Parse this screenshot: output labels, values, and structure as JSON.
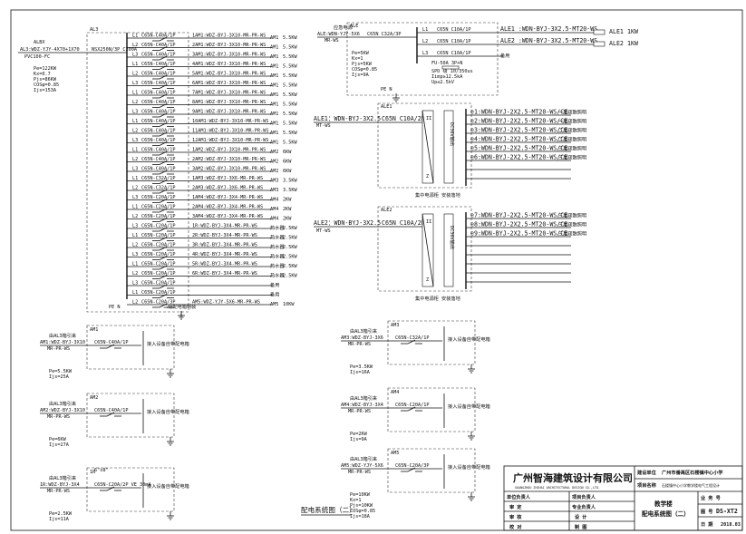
{
  "sheet_title": "配电系统图（二）",
  "title_block": {
    "company_cn": "广州智海建筑设计有限公司",
    "company_en": "GUANGZHOU ZHIHAI ARCHITECTURAL DESIGN CO.,LTD.",
    "project_label": "建设单位",
    "project_value": "广州市番禺区石楼镇中心小学",
    "project_name_label": "项目名称",
    "project_name_value": "石楼镇中心小学教学楼电气工程设计",
    "drawing_name": "教学楼",
    "drawing_subname": "配电系统图（二）",
    "roles": [
      "单位负责人",
      "审 定",
      "审 核",
      "校 对"
    ],
    "roles2": [
      "项目负责人",
      "专业负责人",
      "设 计",
      "制 图"
    ],
    "right_labels": [
      "业 务 号",
      "图 号",
      "日 期"
    ],
    "sheet_no": "DS-XT2",
    "date": "2018.03"
  },
  "al3": {
    "name": "AL3",
    "feeder": "ALBX",
    "cable": "AL3:WDZ-YJY-4X70+1X70",
    "conduit": "PVC100-FC",
    "main_breaker": "NSX250N/3P C200A",
    "params": [
      "Pe=122KW",
      "Kx=0.7",
      "Pjs=86KW",
      "COSφ=0.85",
      "Ijs=153A"
    ],
    "circuits": [
      {
        "l": "L1",
        "br": "C65N-C40A/1P",
        "cable": "1AM1:WDZ-BYJ-3X10-MR-PR-WS",
        "dest": "AM1",
        "kw": "5.5KW"
      },
      {
        "l": "L2",
        "br": "C65N-C40A/1P",
        "cable": "2AM1:WDZ-BYJ-3X10-MR-PR-WS",
        "dest": "AM1",
        "kw": "5.5KW"
      },
      {
        "l": "L3",
        "br": "C65N-C40A/1P",
        "cable": "3AM1:WDZ-BYJ-3X10-MR-PR-WS",
        "dest": "AM1",
        "kw": "5.5KW"
      },
      {
        "l": "L1",
        "br": "C65N-C40A/1P",
        "cable": "4AM1:WDZ-BYJ-3X10-MR-PR-WS",
        "dest": "AM1",
        "kw": "5.5KW"
      },
      {
        "l": "L2",
        "br": "C65N-C40A/1P",
        "cable": "5AM1:WDZ-BYJ-3X10-MR-PR-WS",
        "dest": "AM1",
        "kw": "5.5KW"
      },
      {
        "l": "L3",
        "br": "C65N-C40A/1P",
        "cable": "6AM1:WDZ-BYJ-3X10-MR-PR-WS",
        "dest": "AM1",
        "kw": "5.5KW"
      },
      {
        "l": "L1",
        "br": "C65N-C40A/1P",
        "cable": "7AM1:WDZ-BYJ-3X10-MR-PR-WS",
        "dest": "AM1",
        "kw": "5.5KW"
      },
      {
        "l": "L2",
        "br": "C65N-C40A/1P",
        "cable": "8AM1:WDZ-BYJ-3X10-MR-PR-WS",
        "dest": "AM1",
        "kw": "5.5KW"
      },
      {
        "l": "L3",
        "br": "C65N-C40A/1P",
        "cable": "9AM1:WDZ-BYJ-3X10-MR-PR-WS",
        "dest": "AM1",
        "kw": "5.5KW"
      },
      {
        "l": "L1",
        "br": "C65N-C40A/1P",
        "cable": "10AM1:WDZ-BYJ-3X10-MR-PR-WS",
        "dest": "AM1",
        "kw": "5.5KW"
      },
      {
        "l": "L2",
        "br": "C65N-C40A/1P",
        "cable": "11AM1:WDZ-BYJ-3X10-MR-PR-WS",
        "dest": "AM1",
        "kw": "5.5KW"
      },
      {
        "l": "L3",
        "br": "C65N-C40A/1P",
        "cable": "12AM1:WDZ-BYJ-3X10-MR-PR-WS",
        "dest": "AM1",
        "kw": "5.5KW"
      },
      {
        "l": "L1",
        "br": "C65N-C40A/1P",
        "cable": "1AM2:WDZ-BYJ-3X10-MR-PR-WS",
        "dest": "AM2",
        "kw": "6KW"
      },
      {
        "l": "L2",
        "br": "C65N-C40A/1P",
        "cable": "2AM2:WDZ-BYJ-3X10-MR-PR-WS",
        "dest": "AM2",
        "kw": "6KW"
      },
      {
        "l": "L3",
        "br": "C65N-C40A/1P",
        "cable": "3AM2:WDZ-BYJ-3X10-MR-PR-WS",
        "dest": "AM2",
        "kw": "6KW"
      },
      {
        "l": "L1",
        "br": "C65N-C32A/1P",
        "cable": "1AM3:WDZ-BYJ-3X6-MR-PR-WS",
        "dest": "AM3",
        "kw": "3.5KW"
      },
      {
        "l": "L2",
        "br": "C65N-C32A/1P",
        "cable": "2AM3:WDZ-BYJ-3X6-MR-PR-WS",
        "dest": "AM3",
        "kw": "3.5KW"
      },
      {
        "l": "L3",
        "br": "C65N-C20A/1P",
        "cable": "1AM4:WDZ-BYJ-3X4-MR-PR-WS",
        "dest": "AM4",
        "kw": "2KW"
      },
      {
        "l": "L1",
        "br": "C65N-C20A/1P",
        "cable": "2AM4:WDZ-BYJ-3X4-MR-PR-WS",
        "dest": "AM4",
        "kw": "2KW"
      },
      {
        "l": "L2",
        "br": "C65N-C20A/1P",
        "cable": "3AM4:WDZ-BYJ-3X4-MR-PR-WS",
        "dest": "AM4",
        "kw": "2KW"
      },
      {
        "l": "L3",
        "br": "C65N-C20A/1P",
        "cable": "1R:WDZ-BYJ-3X4-MR-PR-WS",
        "dest": "热水器",
        "kw": "2.5KW"
      },
      {
        "l": "L1",
        "br": "C65N-C20A/1P",
        "cable": "2R:WDZ-BYJ-3X4-MR-PR-WS",
        "dest": "热水器",
        "kw": "2.5KW"
      },
      {
        "l": "L2",
        "br": "C65N-C20A/1P",
        "cable": "3R:WDZ-BYJ-3X4-MR-PR-WS",
        "dest": "热水器",
        "kw": "2.5KW"
      },
      {
        "l": "L3",
        "br": "C65N-C20A/1P",
        "cable": "4R:WDZ-BYJ-3X4-MR-PR-WS",
        "dest": "热水器",
        "kw": "2.5KW"
      },
      {
        "l": "L1",
        "br": "C65N-C20A/1P",
        "cable": "5R:WDZ-BYJ-3X4-MR-PR-WS",
        "dest": "热水器",
        "kw": "2.5KW"
      },
      {
        "l": "L2",
        "br": "C65N-C20A/1P",
        "cable": "6R:WDZ-BYJ-3X4-MR-PR-WS",
        "dest": "热水器",
        "kw": "2.5KW"
      },
      {
        "l": "L3",
        "br": "C65N-C20A/1P",
        "cable": "",
        "dest": "备用",
        "kw": ""
      },
      {
        "l": "L1",
        "br": "C65N-C20A/1P",
        "cable": "",
        "dest": "备用",
        "kw": ""
      },
      {
        "l": "L2",
        "br": "C65N-C20A/3P",
        "cable": "AM5:WDZ-YJY-5X6-MR-PR-WS",
        "dest": "AM5",
        "kw": "10KW"
      }
    ],
    "pe_n": "PE   N",
    "note": "三级配电箱明装"
  },
  "ale": {
    "name": "ALE",
    "feeder": "应急电源",
    "cable": "ALE:WDN-YJY-5X6",
    "conduit": "MR-WS",
    "main_breaker": "C65N C32A/3P",
    "params": [
      "Pe=5KW",
      "Kx=1",
      "Pjs=5KW",
      "COSφ=0.85",
      "Ijs=9A"
    ],
    "circuits": [
      {
        "l": "L1",
        "br": "C65N C10A/1P",
        "cable": "ALE1 :WDN-BYJ-3X2.5-MT20-WS",
        "dest": "ALE1",
        "kw": "1KW"
      },
      {
        "l": "L2",
        "br": "C65N C10A/1P",
        "cable": "ALE2 :WDN-BYJ-3X2.5-MT20-WS",
        "dest": "ALE2",
        "kw": "1KW"
      },
      {
        "l": "L3",
        "br": "C65N C10A/1P",
        "cable": "",
        "dest": "备用",
        "kw": ""
      }
    ],
    "spd": [
      "FU-50A 3P+N",
      "SPD 级 10/350us",
      "Iimp≥12.5kA",
      "Up≤2.5kV"
    ],
    "pe_n": "PE   N"
  },
  "ale1": {
    "name": "ALE1",
    "feed": "ALE1：WDN-BYJ-3X2.5",
    "conduit": "MT-WS",
    "breaker": "C65N C10A/2P",
    "dc": "DC36V输出",
    "circuits": [
      "e1:WDN-BYJ-2X2.5-MT20-WS/CE",
      "e2:WDN-BYJ-2X2.5-MT20-WS/CE",
      "e3:WDN-BYJ-2X2.5-MT20-WS/CE",
      "e4:WDN-BYJ-2X2.5-MT20-WS/CE",
      "e5:WDN-BYJ-2X2.5-MT20-WS/CE",
      "e6:WDN-BYJ-2X2.5-MT20-WS/CE"
    ],
    "dests": [
      "一层疏散照明",
      "一层疏散照明",
      "二层疏散照明",
      "二层疏散照明",
      "三层疏散照明",
      "三层疏散照明"
    ],
    "note": "集中电源柜 安装落地",
    "roman": "II",
    "z": "Z"
  },
  "ale2": {
    "name": "ALE2",
    "feed": "ALE2：WDN-BYJ-3X2.5",
    "conduit": "MT-WS",
    "breaker": "C65N C10A/2P",
    "dc": "DC36V输出",
    "circuits": [
      "e7:WDN-BYJ-2X2.5-MT20-WS/CE",
      "e8:WDN-BYJ-2X2.5-MT20-WS/CE",
      "e9:WDN-BYJ-2X2.5-MT20-WS/CE"
    ],
    "dests": [
      "三层疏散照明",
      "三层疏散照明",
      "三层疏散照明"
    ],
    "note": "集中电源柜 安装落地",
    "roman": "II",
    "z": "Z"
  },
  "small_boards": [
    {
      "name": "AM1",
      "feeder": "由AL3箱引来",
      "cable": "AM1:WDZ-BYJ-3X10",
      "conduit": "MR-PR-WS",
      "breaker": "C65N-C40A/1P",
      "params": [
        "Pe=5.5KW",
        "Ijs=25A"
      ],
      "dest": "接入设备自带配电箱"
    },
    {
      "name": "AM2",
      "feeder": "由AL3箱引来",
      "cable": "AM2:WDZ-BYJ-3X10",
      "conduit": "MR-PR-WS",
      "breaker": "C65N-C40A/1P",
      "params": [
        "Pe=6KW",
        "Ijs=27A"
      ],
      "dest": "接入设备自带配电箱"
    },
    {
      "name": "1R",
      "feeder": "由AL3箱引来",
      "cable": "1R:WDZ-BYJ-3X4",
      "conduit": "MR-PR-WS",
      "breaker": "C65N-C20A/2P VE 30mA",
      "params": [
        "Pe=2.5KW",
        "Ijs=11A"
      ],
      "dest": "接入设备自带配电箱",
      "box": "6\"x8\""
    },
    {
      "name": "AM3",
      "feeder": "由AL3箱引来",
      "cable": "AM3:WDZ-BYJ-3X6",
      "conduit": "MR-PR-WS",
      "breaker": "C65N-C32A/1P",
      "params": [
        "Pe=3.5KW",
        "Ijs=16A"
      ],
      "dest": "接入设备自带配电箱"
    },
    {
      "name": "AM4",
      "feeder": "由AL3箱引来",
      "cable": "AM4:WDZ-BYJ-3X4",
      "conduit": "MR-PR-WS",
      "breaker": "C65N-C20A/1P",
      "params": [
        "Pe=2KW",
        "Ijs=9A"
      ],
      "dest": "接入设备自带配电箱"
    },
    {
      "name": "AM5",
      "feeder": "由AL3箱引来",
      "cable": "AM5:WDZ-YJY-5X6",
      "conduit": "MR-PR-WS",
      "breaker": "C65N-C20A/3P",
      "params": [
        "Pe=10KW",
        "Kx=1",
        "Pjs=10KW",
        "COSφ=0.85",
        "Ijs=18A"
      ],
      "dest": "接入设备自带配电箱"
    }
  ]
}
